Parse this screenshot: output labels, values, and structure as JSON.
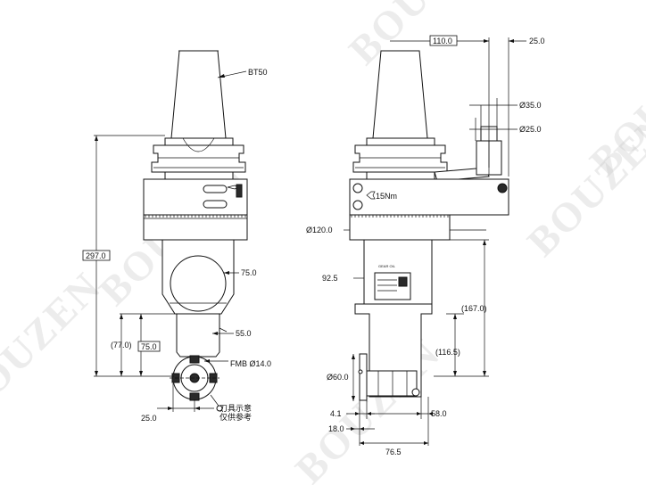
{
  "labels": {
    "taper": "BT50",
    "dim_297": "297.0",
    "dim_75_right": "75.0",
    "dim_77": "(77.0)",
    "dim_75_box": "75.0",
    "dim_55": "55.0",
    "fmb": "FMB Ø14.0",
    "dim_25_bottom": "25.0",
    "note_line1": "刀具示意",
    "note_line2": "仅供参考",
    "dim_110": "110.0",
    "dim_25_top": "25.0",
    "dia_35": "Ø35.0",
    "dia_25": "Ø25.0",
    "torque": "15Nm",
    "dia_120": "Ø120.0",
    "dim_92_5": "92.5",
    "dim_167": "(167.0)",
    "dim_116_5": "(116.5)",
    "dia_60": "Ø60.0",
    "dim_4_1": "4.1",
    "dim_18": "18.0",
    "dim_58": "58.0",
    "dim_76_5": "76.5",
    "gear_oil": "GEAR OIL"
  },
  "watermark": "BOUZEN",
  "colors": {
    "line": "#111111",
    "watermark": "#c9c9c9",
    "background": "#ffffff"
  }
}
